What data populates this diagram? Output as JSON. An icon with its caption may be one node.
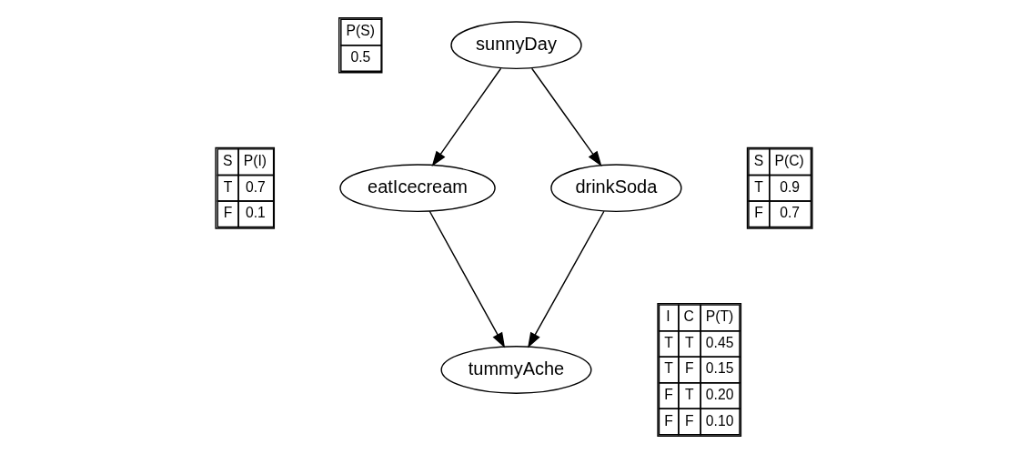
{
  "diagram": {
    "nodes": [
      {
        "text": [
          "sunnyDay"
        ]
      },
      {
        "text": [
          "eatIcecream"
        ]
      },
      {
        "text": [
          "drinkSoda"
        ]
      },
      {
        "text": [
          "tummyAche"
        ]
      }
    ],
    "edges": [
      {
        "from": 0,
        "to": 1,
        "arrow": "to"
      },
      {
        "from": 0,
        "to": 2,
        "arrow": "to"
      },
      {
        "from": 1,
        "to": 3,
        "arrow": "to"
      },
      {
        "from": 2,
        "to": 3,
        "arrow": "to"
      }
    ],
    "labels": [
      "P(S)",
      "0.5",
      "S",
      "P(I)",
      "T",
      "0.7",
      "F",
      "0.1",
      "S",
      "P(C)",
      "T",
      "0.9",
      "F",
      "0.7",
      "I",
      "C",
      "P(T)",
      "T",
      "T",
      "0.45",
      "T",
      "F",
      "0.15",
      "F",
      "T",
      "0.20",
      "F",
      "F",
      "0.10"
    ]
  }
}
